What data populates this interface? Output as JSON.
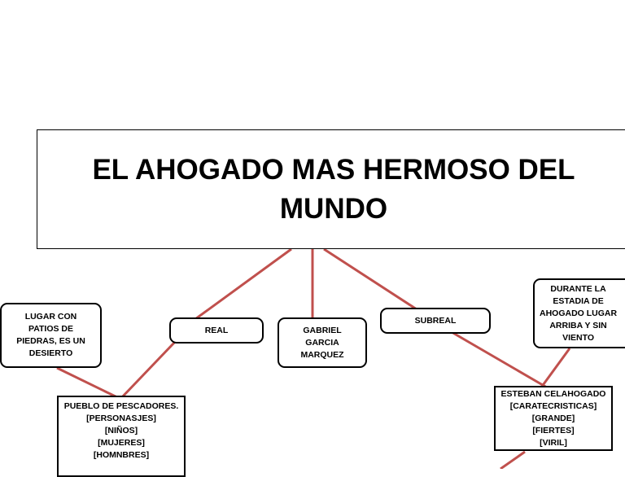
{
  "title": "EL AHOGADO MAS HERMOSO DEL MUNDO",
  "nodes": {
    "real": "REAL",
    "author": "GABRIEL\nGARCIA\nMARQUEZ",
    "subreal": "SUBREAL",
    "place": "LUGAR CON\nPATIOS DE\nPIEDRAS, ES UN\nDESIERTO",
    "stay": "DURANTE LA\nESTADIA DE\nAHOGADO LUGAR\nARRIBA Y SIN\nVIENTO",
    "village": "PUEBLO DE PESCADORES.\n[PERSONASJES]\n[NIÑOS]\n[MUJERES]\n[HOMNBRES]",
    "esteban": "ESTEBAN CELAHOGADO\n[CARATECRISTICAS]\n[GRANDE]\n[FIERTES]\n[VIRIL]"
  },
  "colors": {
    "connector": "#C0504D",
    "border": "#000000"
  }
}
